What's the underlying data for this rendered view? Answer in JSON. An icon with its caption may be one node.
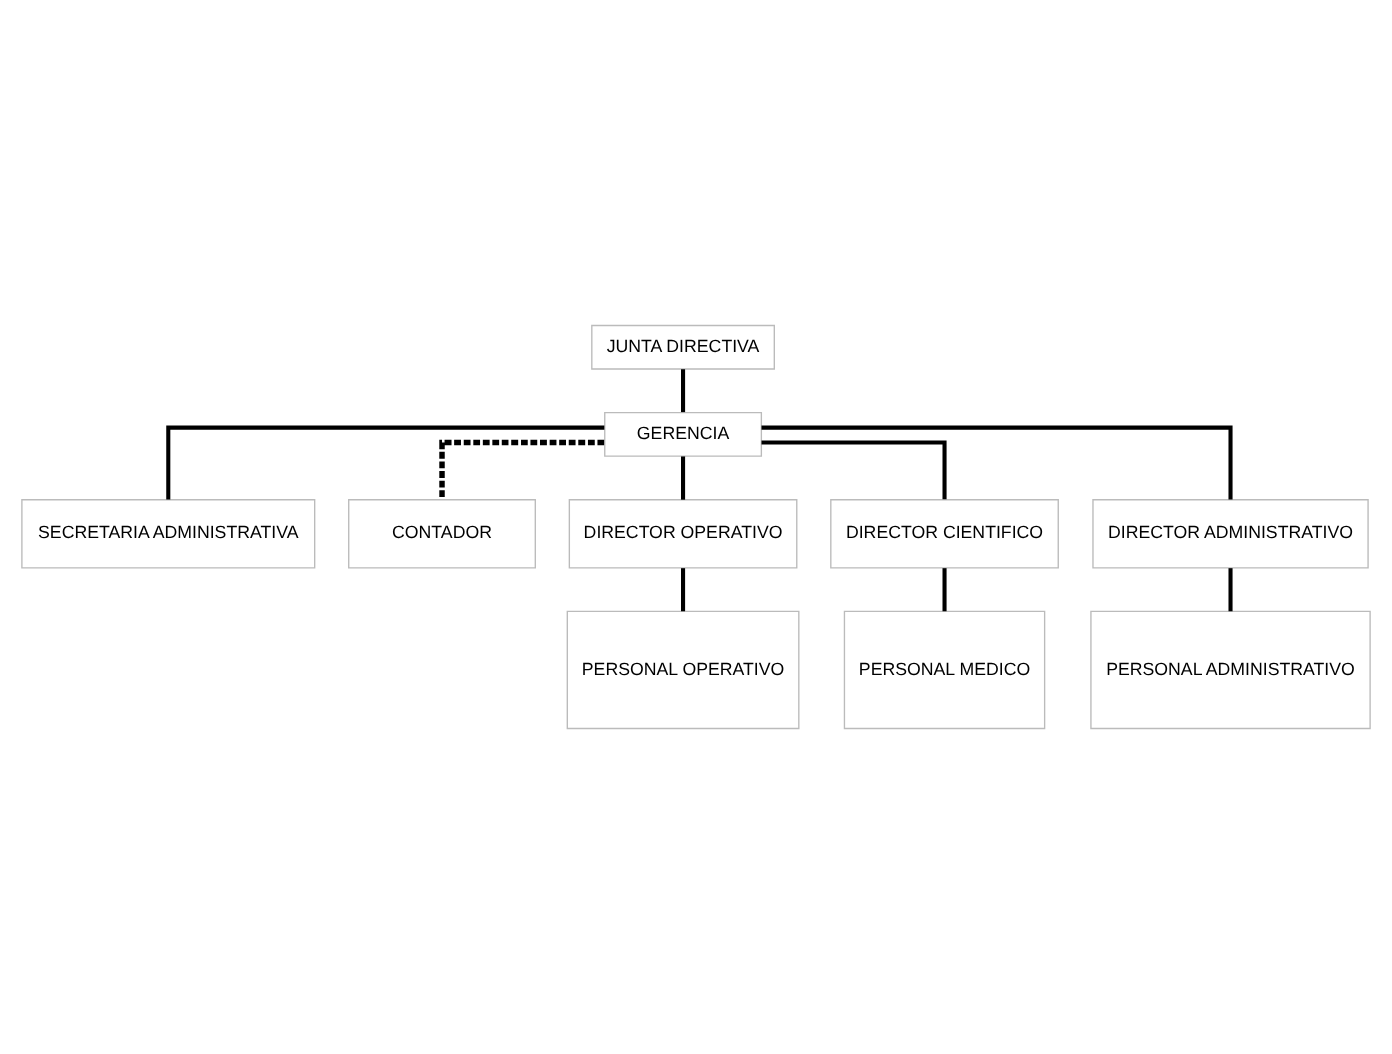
{
  "diagram": {
    "nodes": [
      {
        "text": [
          "JUNTA DIRECTIVA"
        ]
      },
      {
        "text": [
          "GERENCIA"
        ]
      },
      {
        "text": [
          "SECRETARIA ADMINISTRATIVA"
        ]
      },
      {
        "text": [
          "CONTADOR"
        ]
      },
      {
        "text": [
          "DIRECTOR OPERATIVO"
        ]
      },
      {
        "text": [
          "DIRECTOR CIENTIFICO"
        ]
      },
      {
        "text": [
          "DIRECTOR ADMINISTRATIVO"
        ]
      },
      {
        "text": [
          "PERSONAL OPERATIVO"
        ]
      },
      {
        "text": [
          "PERSONAL MEDICO"
        ]
      },
      {
        "text": [
          "PERSONAL ADMINISTRATIVO"
        ]
      }
    ],
    "edges": [
      {
        "from": 0,
        "to": 1,
        "arrow": "none"
      },
      {
        "from": 1,
        "to": 2,
        "arrow": "none"
      },
      {
        "from": 1,
        "to": 3,
        "arrow": "none",
        "style": "dashed"
      },
      {
        "from": 1,
        "to": 4,
        "arrow": "none"
      },
      {
        "from": 1,
        "to": 5,
        "arrow": "none"
      },
      {
        "from": 1,
        "to": 6,
        "arrow": "none"
      },
      {
        "from": 4,
        "to": 7,
        "arrow": "none"
      },
      {
        "from": 5,
        "to": 8,
        "arrow": "none"
      },
      {
        "from": 6,
        "to": 9,
        "arrow": "none"
      }
    ]
  }
}
